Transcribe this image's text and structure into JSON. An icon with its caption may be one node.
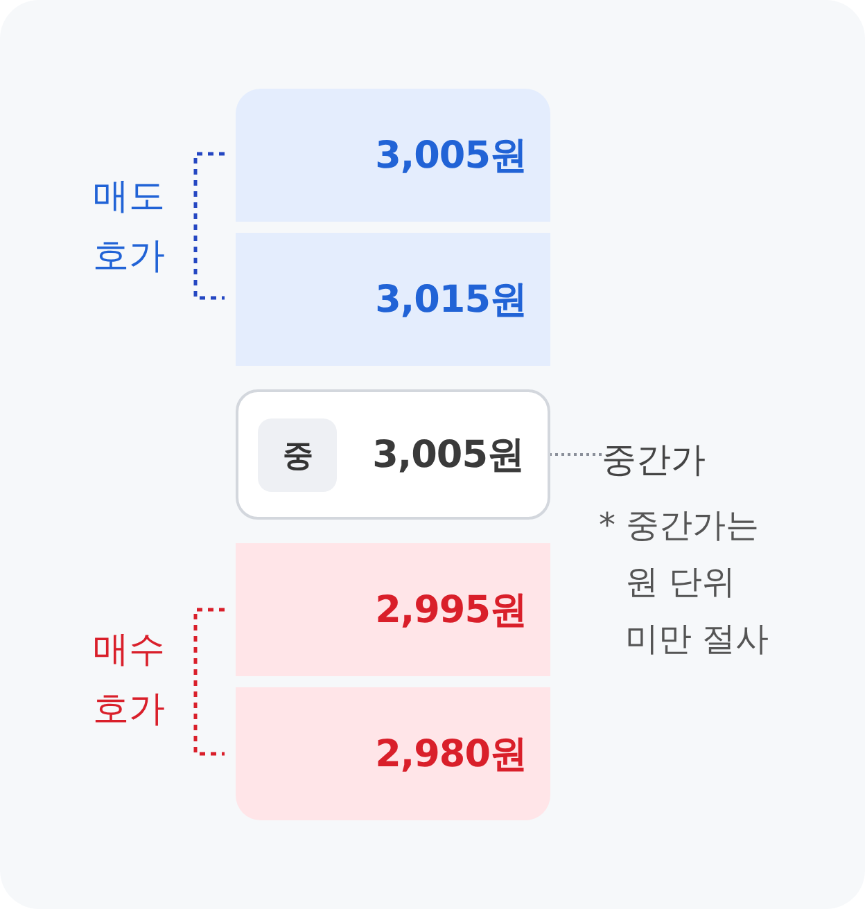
{
  "diagram": {
    "nodes": [
      {
        "text": [
          "3,005원"
        ]
      },
      {
        "text": [
          "3,015원"
        ]
      },
      {
        "text": [
          "3,005원"
        ]
      },
      {
        "text": [
          "중"
        ],
        "in": 2
      },
      {
        "text": [
          "중간가"
        ]
      },
      {
        "text": [
          "2,995원"
        ]
      },
      {
        "text": [
          "2,980원"
        ]
      }
    ],
    "edges": [
      {
        "from": 4,
        "to": 2,
        "arrow": "none",
        "style": "dashed"
      }
    ],
    "labels": [
      "매도 호가",
      "* 중간가는 원 단위 미만 절사",
      "매수 호가"
    ]
  }
}
